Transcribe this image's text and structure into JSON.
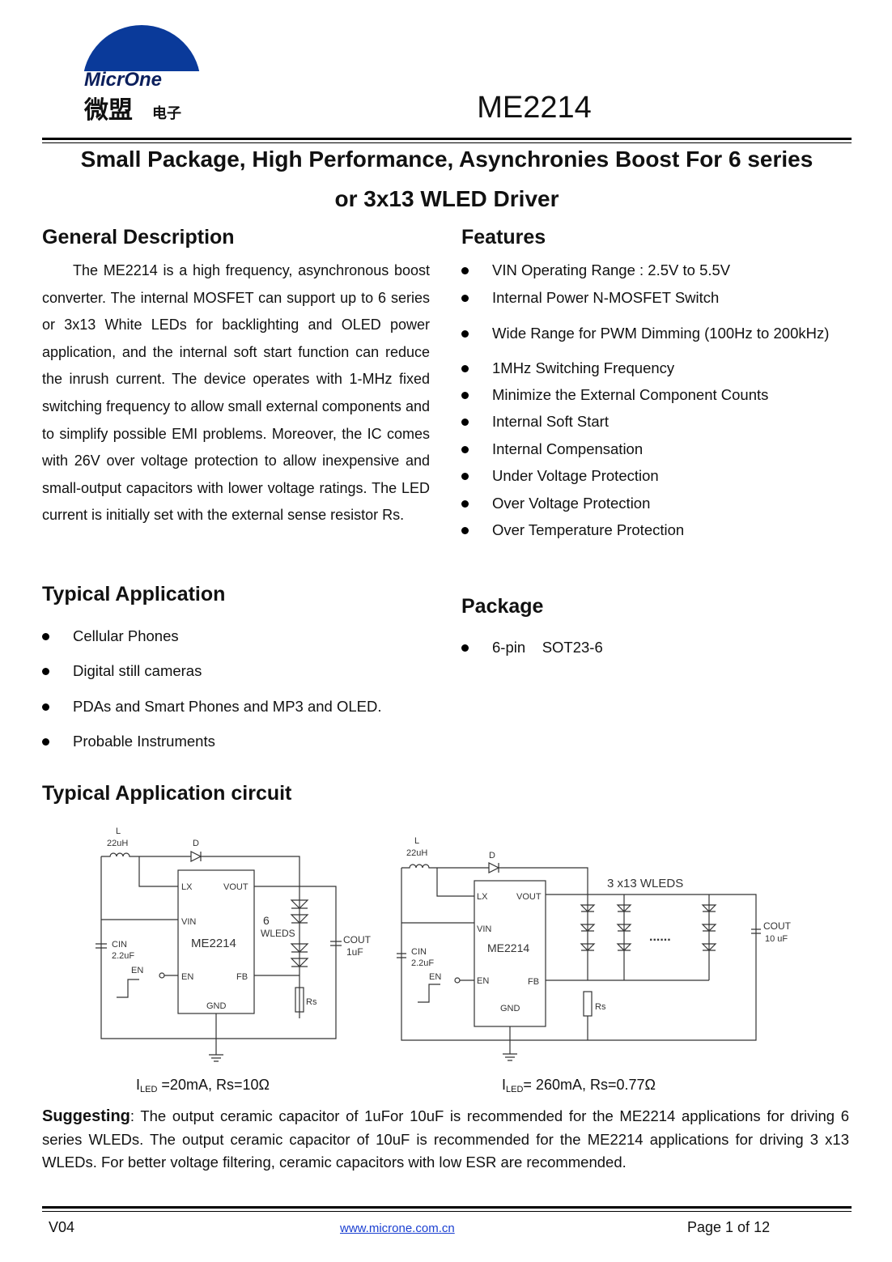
{
  "header": {
    "logo_text": "MicrOne",
    "logo_cn": "微盟",
    "logo_cn_small": "电子",
    "part_number": "ME2214"
  },
  "title": {
    "line1": "Small Package, High Performance, Asynchronies Boost For 6 series",
    "line2": "or 3x13 WLED Driver"
  },
  "general_description": {
    "heading": "General Description",
    "text": "The ME2214 is a high frequency, asynchronous boost converter. The internal MOSFET can support up to 6 series or 3x13 White LEDs for backlighting and OLED power application, and the internal soft start function can reduce the inrush current. The device operates with 1-MHz fixed switching frequency to allow small external components and to simplify possible EMI problems. Moreover, the IC comes with 26V over voltage protection to allow inexpensive and small-output capacitors with lower voltage ratings. The LED current is initially set with the external sense resistor Rs."
  },
  "features": {
    "heading": "Features",
    "items": [
      "VIN Operating Range : 2.5V to 5.5V",
      "Internal Power N-MOSFET Switch",
      "Wide Range for PWM Dimming (100Hz to 200kHz)",
      "1MHz Switching Frequency",
      "Minimize the External Component Counts",
      "Internal Soft Start",
      "Internal Compensation",
      "Under Voltage Protection",
      "Over Voltage Protection",
      "Over Temperature Protection"
    ]
  },
  "typical_application": {
    "heading": "Typical Application",
    "items": [
      "Cellular Phones",
      "Digital still cameras",
      "PDAs and Smart Phones and MP3 and OLED.",
      "Probable Instruments"
    ]
  },
  "package": {
    "heading": "Package",
    "items": [
      "6-pin    SOT23-6"
    ]
  },
  "circuit": {
    "heading": "Typical Application circuit",
    "left": {
      "L": "L",
      "L_val": "22uH",
      "D": "D",
      "ic": "ME2214",
      "lx": "LX",
      "vout": "VOUT",
      "vin": "VIN",
      "en": "EN",
      "fb": "FB",
      "gnd": "GND",
      "cin": "CIN",
      "cin_val": "2.2uF",
      "en_label": "EN",
      "cout": "COUT",
      "cout_val": "1uF",
      "leds_num": "6",
      "leds": "WLEDS",
      "rs": "Rs",
      "caption_i": "I",
      "caption_sub": "LED",
      "caption_rest": " =20mA,   Rs=10Ω"
    },
    "right": {
      "L": "L",
      "L_val": "22uH",
      "D": "D",
      "ic": "ME2214",
      "lx": "LX",
      "vout": "VOUT",
      "vin": "VIN",
      "en": "EN",
      "fb": "FB",
      "gnd": "GND",
      "cin": "CIN",
      "cin_val": "2.2uF",
      "en_label": "EN",
      "cout": "COUT",
      "cout_val": "10 uF",
      "leds": "3 x13 WLEDS",
      "dots": "......",
      "rs": "Rs",
      "caption_i": "I",
      "caption_sub": "LED",
      "caption_rest": "= 260mA,   Rs=0.77Ω"
    }
  },
  "suggesting": {
    "label": "Suggesting",
    "text": ": The output ceramic capacitor of 1uFor 10uF is recommended for the ME2214 applications for driving 6 series WLEDs. The output ceramic capacitor of 10uF is recommended for the ME2214 applications for driving 3 x13 WLEDs. For better voltage filtering, ceramic capacitors with low ESR are recommended."
  },
  "footer": {
    "version": "V04",
    "url": "www.microne.com.cn",
    "page": "Page 1 of 12"
  },
  "colors": {
    "logo_blue": "#0a3a9a",
    "link": "#1a3fd1"
  }
}
